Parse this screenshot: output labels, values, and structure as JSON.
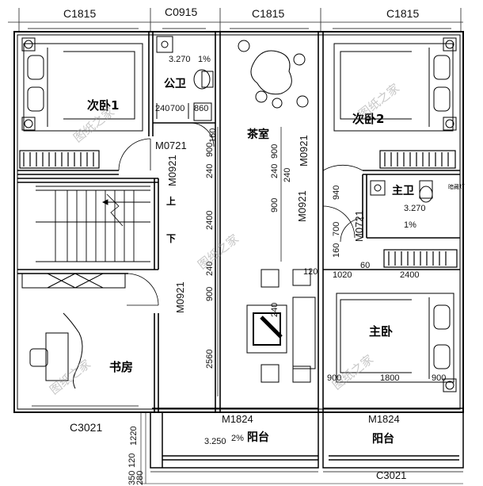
{
  "windows": {
    "top1": "C1815",
    "top2": "C0915",
    "top3": "C1815",
    "top4": "C1815",
    "bottom_left": "C3021",
    "bottom_right": "C3021"
  },
  "doors": {
    "d1": "M0721",
    "d2": "M0921",
    "d3": "M0921",
    "d4": "M0921",
    "d5": "M0921",
    "d6": "M0721",
    "d7": "M1824",
    "d8": "M1824"
  },
  "rooms": {
    "bedroom1": "次卧1",
    "bedroom2": "次卧2",
    "public_wc": "公卫",
    "tea_room": "茶室",
    "master_wc": "主卫",
    "master_bed": "主卧",
    "study": "书房",
    "balcony_left": "阳台",
    "balcony_right": "阳台"
  },
  "stairs": {
    "up": "上",
    "down": "下"
  },
  "levels": {
    "wc1": "3.270",
    "wc1_slope": "1%",
    "wc2": "3.270",
    "wc2_slope": "1%",
    "balcony": "3.250",
    "balcony_slope": "2%"
  },
  "dims": {
    "a1": "240",
    "a2": "700",
    "a3": "860",
    "a4": "160",
    "b1": "900",
    "b2": "240",
    "b3": "2400",
    "b4": "240",
    "b5": "900",
    "b6": "2560",
    "c1": "900",
    "c2": "240",
    "c3": "900",
    "c4": "240",
    "e1": "940",
    "e2": "700",
    "e3": "160",
    "e4": "60",
    "e5": "1020",
    "e6": "2400",
    "f1": "120",
    "f2": "900",
    "f3": "1800",
    "f4": "900",
    "f5": "1220",
    "g1": "120",
    "g2": "350",
    "g3": "280",
    "g4": "240"
  },
  "watermark": "图纸之家",
  "ceiling_label": "暗藏灯"
}
